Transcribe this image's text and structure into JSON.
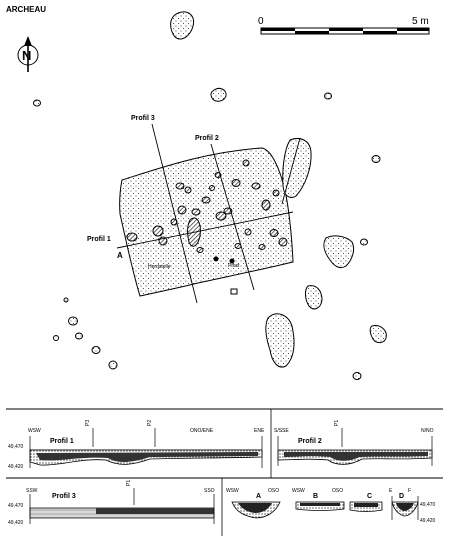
{
  "site_label": "ARCHEAU",
  "north_arrow": {
    "letter": "N",
    "icon": "north-arrow-icon"
  },
  "scale_bar": {
    "start": "0",
    "end": "5 m"
  },
  "plan_labels": {
    "profil_3": "Profil 3",
    "profil_2": "Profil 2",
    "profil_1": "Profil 1",
    "marker_a": "A",
    "hearth": "Herdstelle",
    "post": "Pfost"
  },
  "sections": {
    "profil_1": {
      "title": "Profil 1",
      "left_tag": "WSW",
      "right_tag": "ONO/ENE",
      "end_tag": "ENE",
      "marks": [
        "P3",
        "P2"
      ],
      "elev_top": "49,470",
      "elev_bot": "49,420"
    },
    "profil_2": {
      "title": "Profil 2",
      "left_tag": "S/SSE",
      "marks": [
        "P1"
      ],
      "end_tag": "N/NO"
    },
    "profil_3": {
      "title": "Profil 3",
      "left_tag": "SSW",
      "marks": [
        "P1"
      ],
      "end_tag": "SSO",
      "elev_top": "49,470",
      "elev_bot": "49,420"
    },
    "details": {
      "labels": [
        "WSW",
        "A",
        "OSO",
        "WSW",
        "B",
        "OSO",
        "C",
        "D",
        "E",
        "F"
      ],
      "elev_top": "49,470",
      "elev_bot": "49,420"
    }
  }
}
